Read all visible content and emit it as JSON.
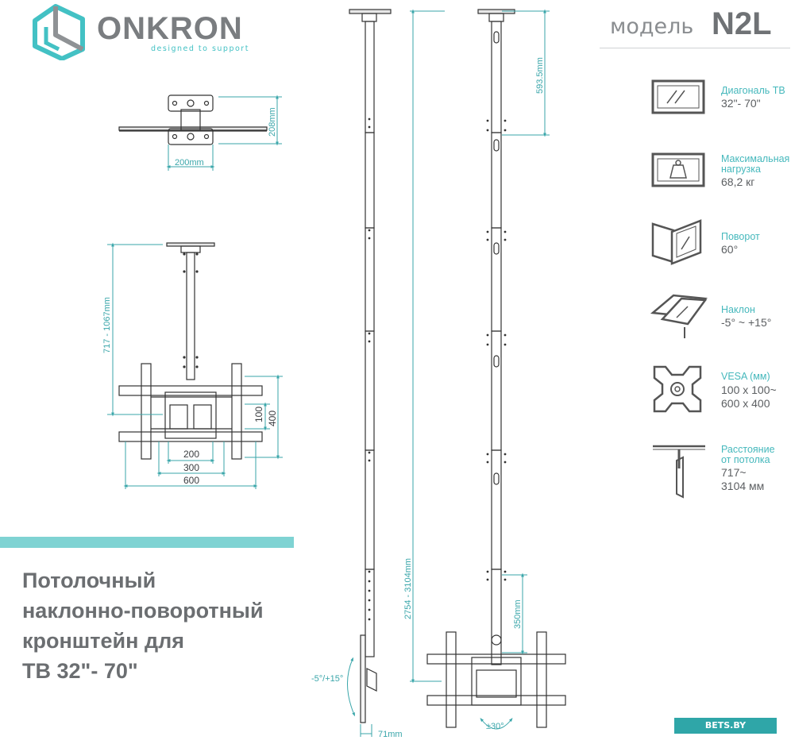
{
  "logo": {
    "brand": "ONKRON",
    "tagline": "designed to support"
  },
  "model": {
    "label": "модель",
    "value": "N2L"
  },
  "product_title": [
    "Потолочный",
    "наклонно-поворотный",
    "кронштейн для",
    "ТВ 32\"- 70\""
  ],
  "specs": [
    {
      "icon": "tv-diagonal-icon",
      "label": [
        "Диагональ ТВ"
      ],
      "value": [
        "32\"- 70\""
      ]
    },
    {
      "icon": "weight-icon",
      "label": [
        "Максимальная",
        "нагрузка"
      ],
      "value": [
        "68,2 кг"
      ]
    },
    {
      "icon": "swivel-icon",
      "label": [
        "Поворот"
      ],
      "value": [
        "60°"
      ]
    },
    {
      "icon": "tilt-icon",
      "label": [
        "Наклон"
      ],
      "value": [
        "-5° ~ +15°"
      ]
    },
    {
      "icon": "vesa-icon",
      "label": [
        "VESA (мм)"
      ],
      "value": [
        "100 х 100~",
        "600 х 400"
      ]
    },
    {
      "icon": "ceiling-distance-icon",
      "label": [
        "Расстояние",
        "от потолка"
      ],
      "value": [
        "717~",
        "3104 мм"
      ]
    }
  ],
  "dimensions": {
    "top_plate_depth": "208mm",
    "top_plate_width": "200mm",
    "pole_length_front": "717 - 1067mm",
    "vesa_h_100": "100",
    "vesa_h_400": "400",
    "vesa_w_200": "200",
    "vesa_w_300": "300",
    "vesa_w_600": "600",
    "ext_pole_top": "593.5mm",
    "ext_pole_total": "2754 - 3104mm",
    "arm_drop": "350mm",
    "tilt_range": "-5°/+15°",
    "depth": "71mm",
    "swivel": "±30°"
  },
  "watermark": "BETS.BY",
  "colors": {
    "accent": "#43c1c4",
    "dimension": "#3aa6aa",
    "text": "#6b6e71",
    "line": "#222222"
  }
}
